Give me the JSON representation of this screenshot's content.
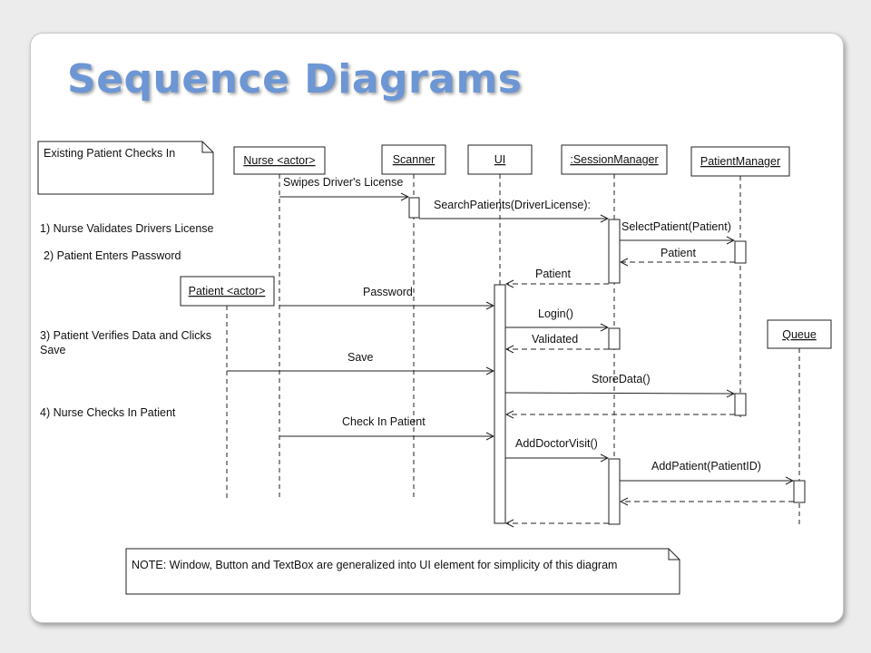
{
  "slide": {
    "title": "Sequence Diagrams"
  },
  "diagram": {
    "note_top": "Existing Patient Checks In",
    "note_bottom": "NOTE: Window, Button and TextBox are generalized into UI element for simplicity of this diagram",
    "lifelines": {
      "nurse": "Nurse <actor>",
      "scanner": "Scanner",
      "ui": "UI",
      "session": ":SessionManager",
      "patient_mgr": "PatientManager",
      "patient": "Patient <actor>",
      "queue": "Queue"
    },
    "steps": {
      "s1": "1) Nurse Validates Drivers License",
      "s2": "2) Patient Enters Password",
      "s3a": "3) Patient Verifies Data and Clicks",
      "s3b": "Save",
      "s4": "4) Nurse Checks In Patient"
    },
    "messages": {
      "m1": "Swipes Driver's License",
      "m2": "SearchPatients(DriverLicense):",
      "m3": "SelectPatient(Patient)",
      "m4": "Patient",
      "m5": "Patient",
      "m6": "Password",
      "m7": "Login()",
      "m8": "Validated",
      "m9": "Save",
      "m10": "StoreData()",
      "m11": "Check In Patient",
      "m12": "AddDoctorVisit()",
      "m13": "AddPatient(PatientID)"
    }
  }
}
